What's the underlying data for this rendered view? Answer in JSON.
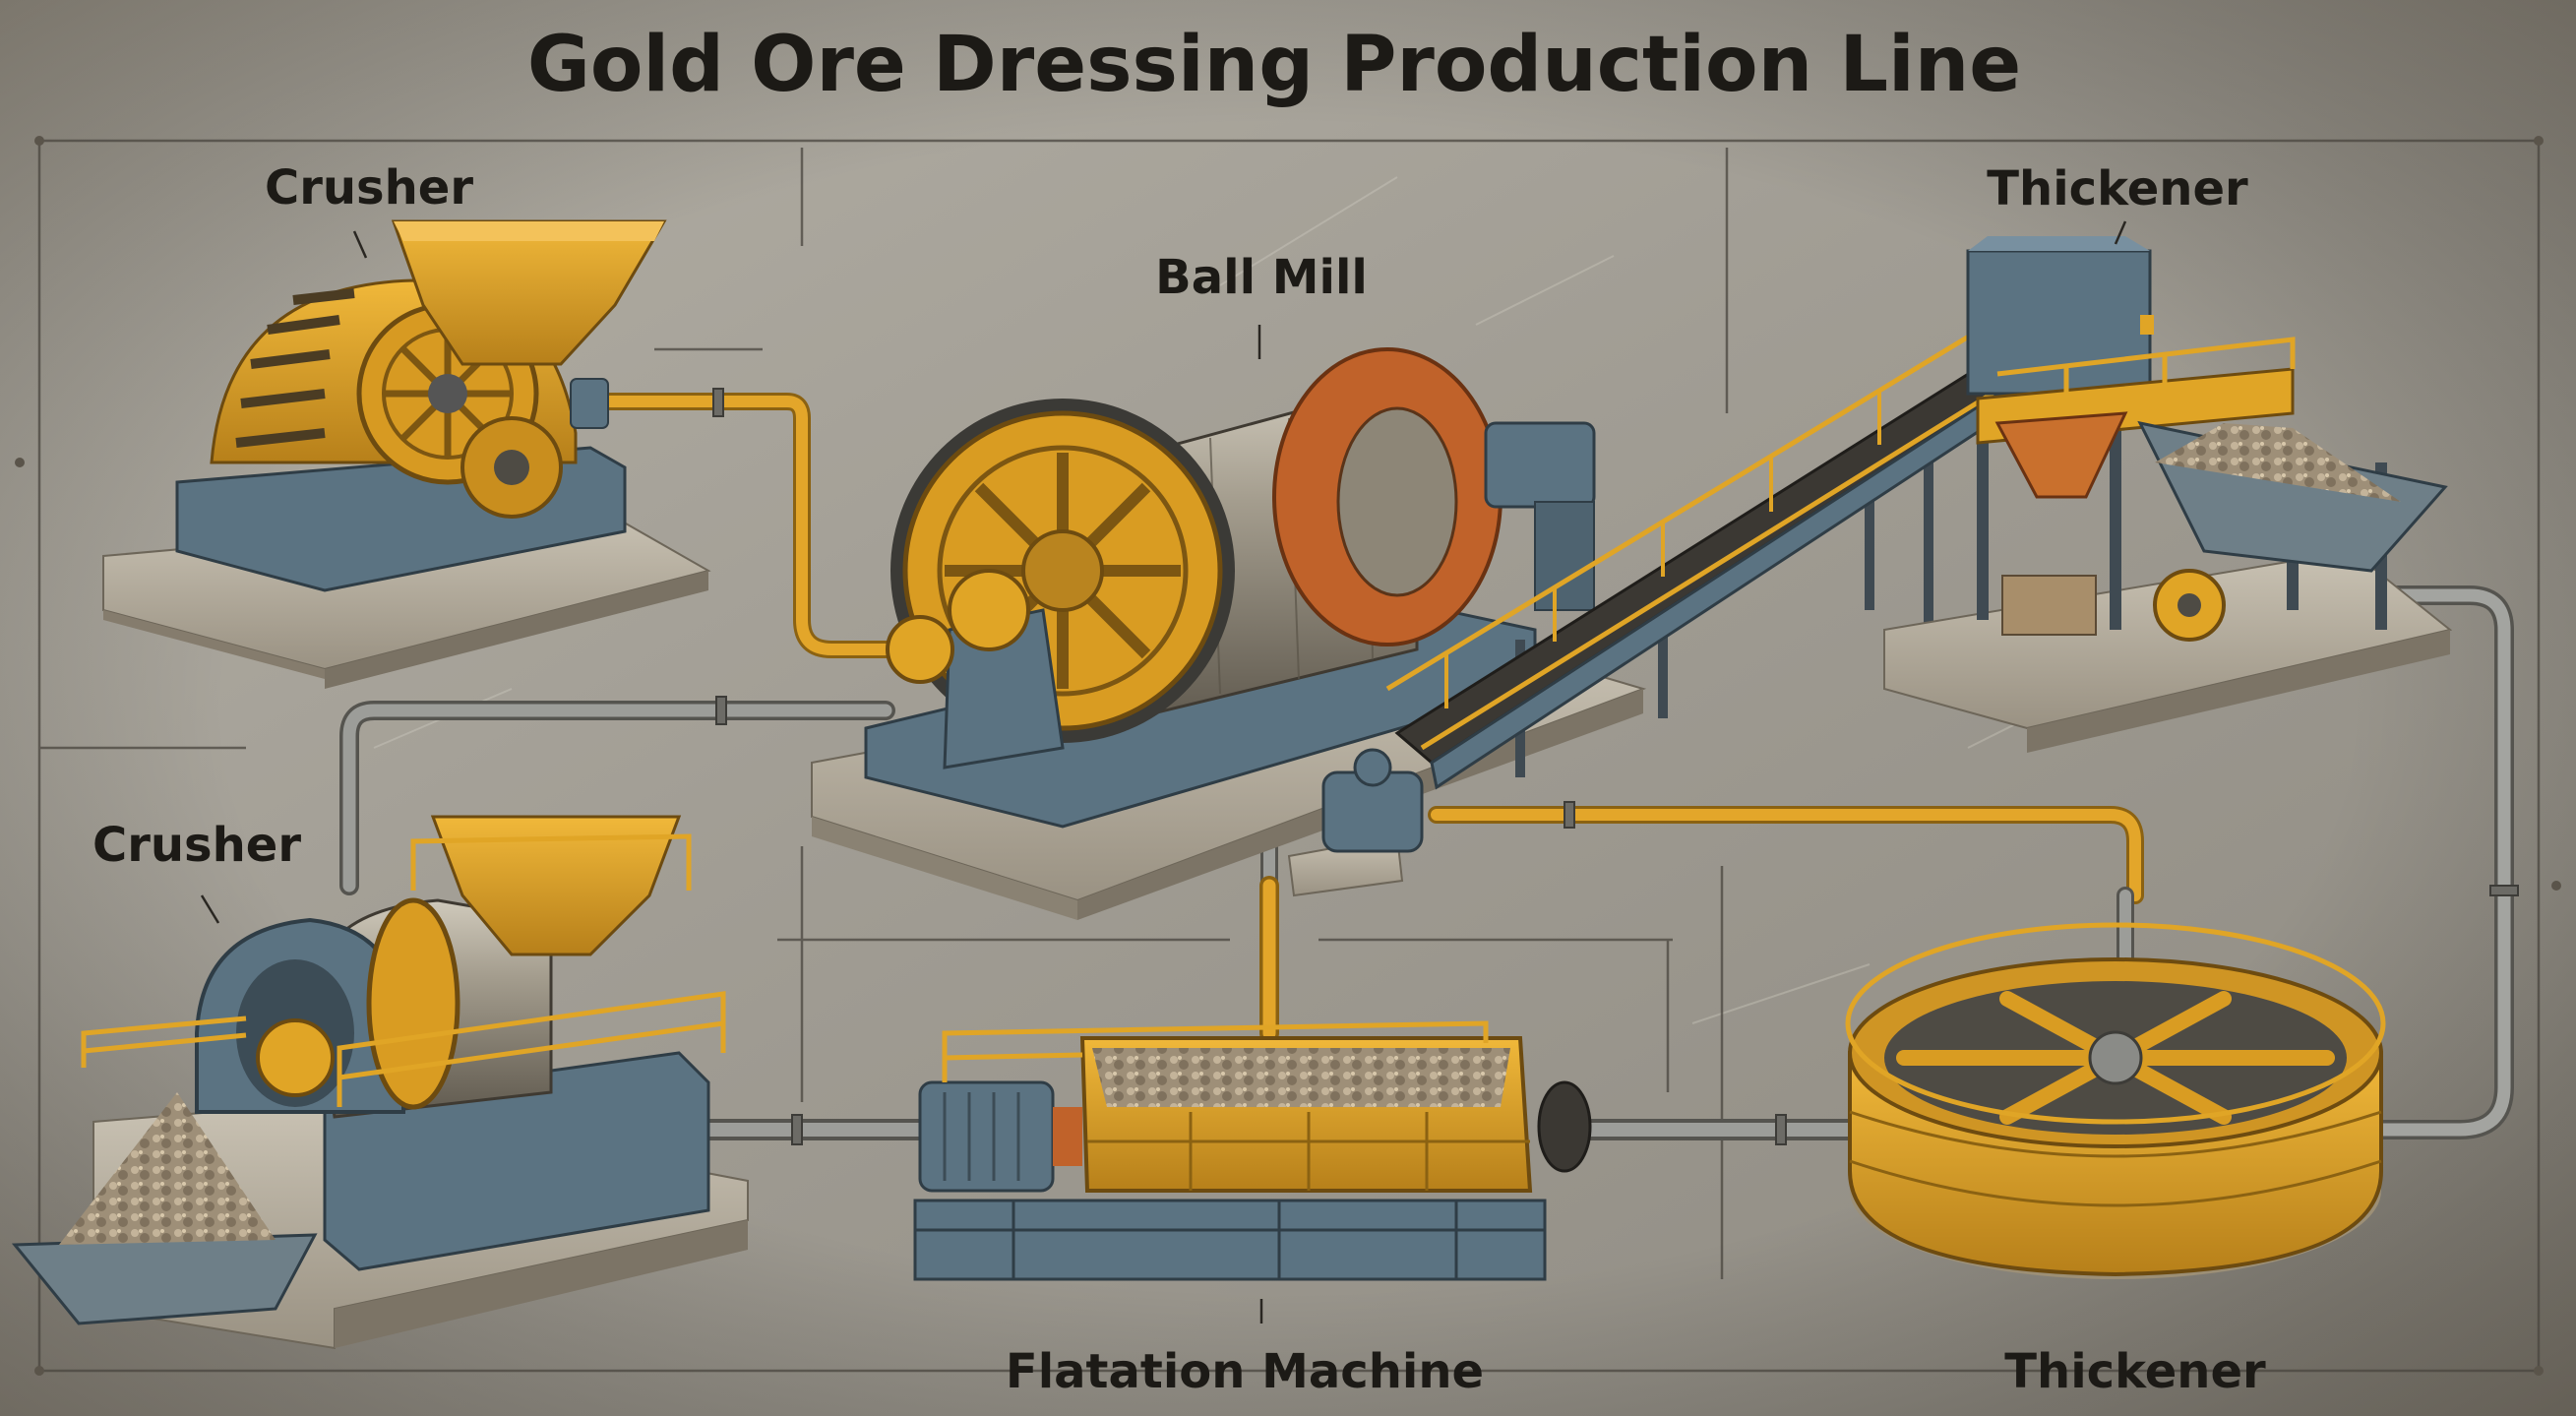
{
  "title": "Gold Ore Dressing Production Line",
  "labels": {
    "crusher_top": "Crusher",
    "ball_mill": "Ball Mill",
    "thickener_top": "Thickener",
    "crusher_bottom": "Crusher",
    "flotation": "Flatation Machine",
    "thickener_bottom": "Thickener"
  },
  "colors": {
    "machine_yellow": "#e0a526",
    "steel_blue": "#5b7382",
    "pipe_gray": "#8b8c8a",
    "plate_background": "#a8a49b"
  },
  "equipment_icons": [
    "jaw-crusher-icon",
    "ball-mill-icon",
    "belt-conveyor-icon",
    "thickener-building-icon",
    "cone-crusher-icon",
    "flotation-cell-icon",
    "circular-thickener-icon"
  ]
}
